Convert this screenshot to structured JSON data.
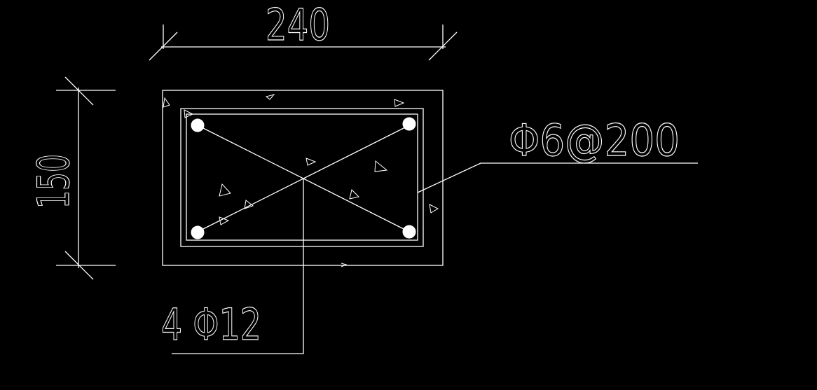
{
  "drawing": {
    "background": "#000000",
    "line_color": "#ffffff",
    "dim_width": "240",
    "dim_height": "150",
    "stirrup_label": "Φ6@200",
    "main_bar_label": "4 Φ12"
  }
}
